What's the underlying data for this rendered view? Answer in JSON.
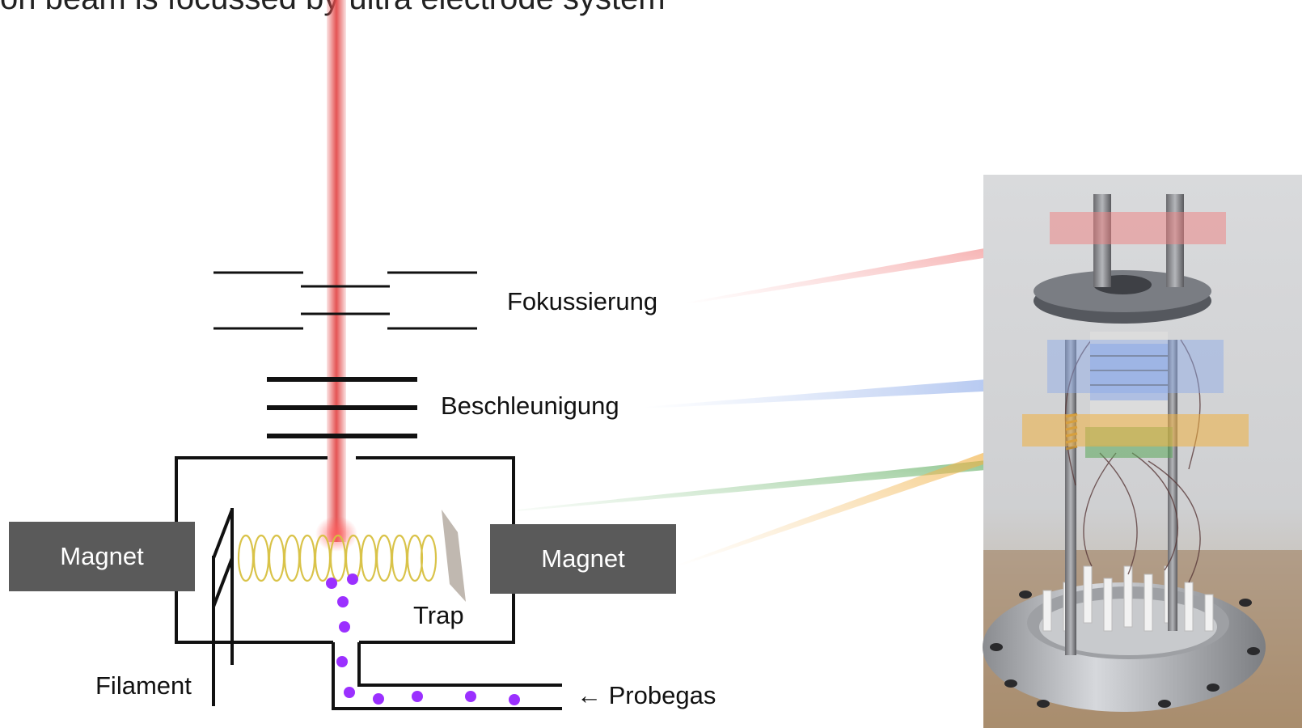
{
  "title_partial": "on beam is focussed by ultra electrode system",
  "labels": {
    "focusing": "Fokussierung",
    "acceleration": "Beschleunigung",
    "magnet_left": "Magnet",
    "magnet_right": "Magnet",
    "trap": "Trap",
    "filament": "Filament",
    "sample_gas": "← Probegas"
  },
  "colors": {
    "ion_beam": "#e34b4b",
    "helix": "#d8c040",
    "gas_particles": "#9b30ff",
    "magnet": "#5a5a5a",
    "highlight_red": "#f08080",
    "highlight_blue": "#8aa8e8",
    "highlight_green": "#5aa85a",
    "highlight_orange": "#f0b040"
  }
}
